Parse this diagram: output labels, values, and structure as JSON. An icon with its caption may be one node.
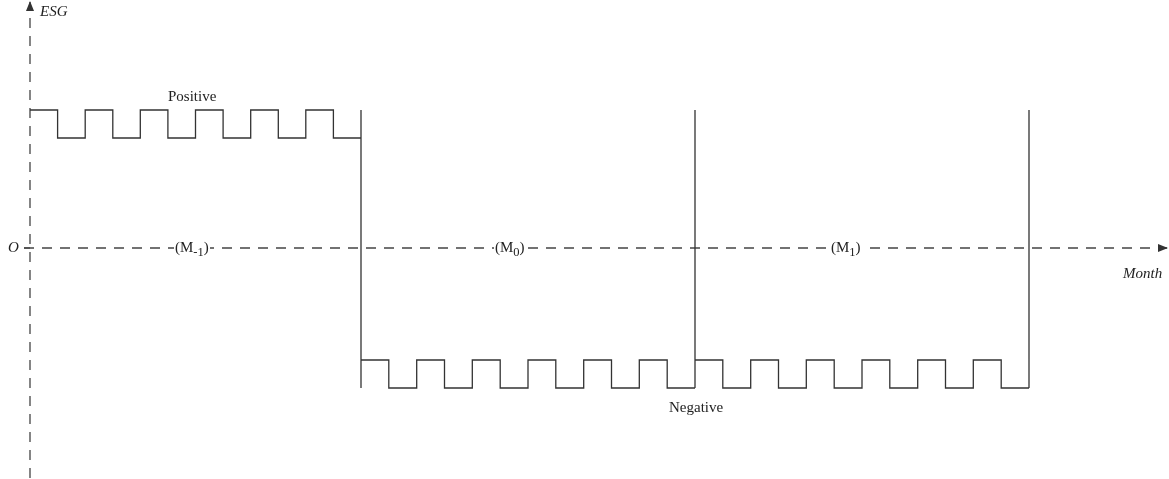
{
  "diagram": {
    "labels": [
      "ESG",
      "Positive",
      "O",
      "(M$_{-1}$)",
      "(M$_{0}$)",
      "(M$_{1}$)",
      "Month",
      "Negative"
    ]
  }
}
